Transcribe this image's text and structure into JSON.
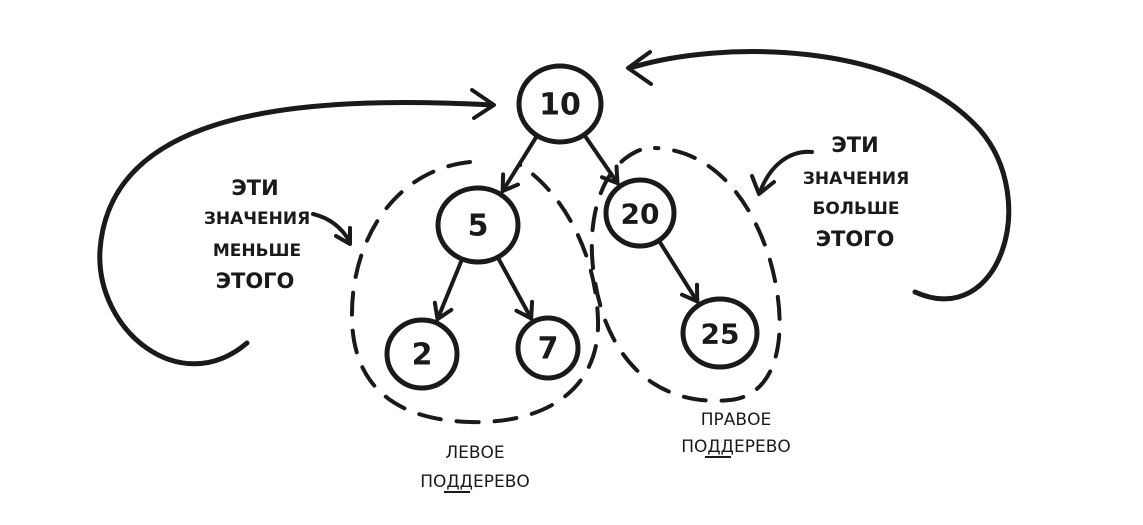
{
  "nodes": [
    {
      "id": "n10",
      "value": "10"
    },
    {
      "id": "n5",
      "value": "5"
    },
    {
      "id": "n20",
      "value": "20"
    },
    {
      "id": "n2",
      "value": "2"
    },
    {
      "id": "n7",
      "value": "7"
    },
    {
      "id": "n25",
      "value": "25"
    }
  ],
  "edges": [
    [
      "n10",
      "n5"
    ],
    [
      "n10",
      "n20"
    ],
    [
      "n5",
      "n2"
    ],
    [
      "n5",
      "n7"
    ],
    [
      "n20",
      "n25"
    ]
  ],
  "left_note": [
    "ЭТИ",
    "ЗНАЧЕНИЯ",
    "МЕНЬШЕ",
    "ЭТОГО"
  ],
  "right_note": [
    "ЭТИ",
    "ЗНАЧЕНИЯ",
    "БОЛЬШЕ",
    "ЭТОГО"
  ],
  "left_subtree_label": [
    "ЛЕВОЕ",
    "ПОДДЕРЕВО"
  ],
  "right_subtree_label": [
    "ПРАВОЕ",
    "ПОДДЕРЕВО"
  ]
}
